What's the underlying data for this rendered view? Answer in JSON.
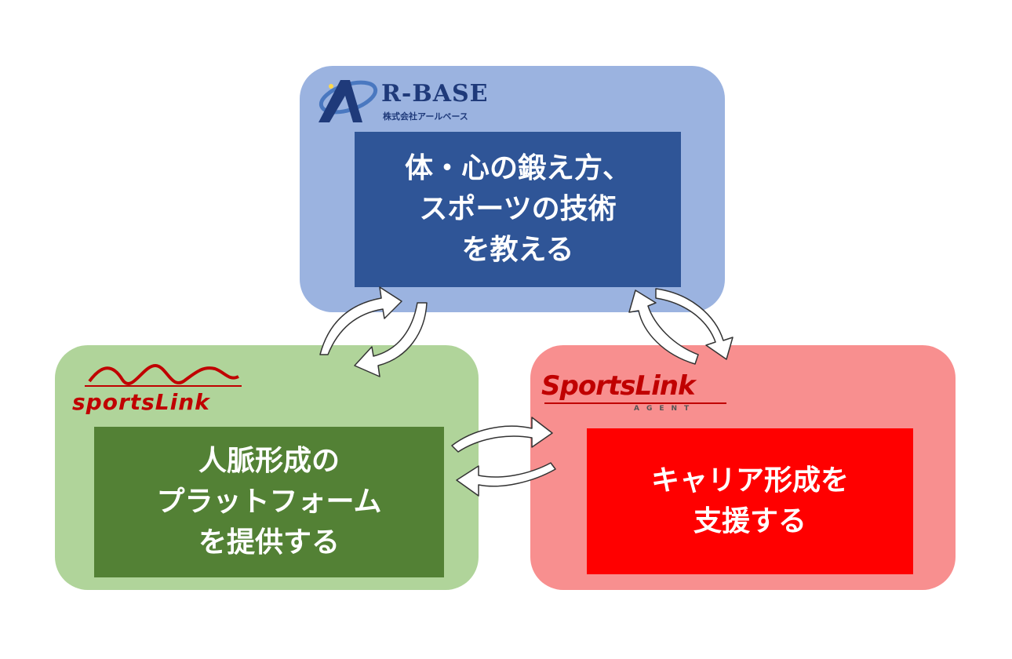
{
  "logos": {
    "rbase": {
      "name": "R-BASE",
      "sub": "株式会社アールベース"
    },
    "sportslink": {
      "name": "sportsLink"
    },
    "agent": {
      "name": "SportsLink",
      "sub": "AGENT"
    }
  },
  "boxes": {
    "top": {
      "lines": [
        "体・心の鍛え方、",
        "スポーツの技術",
        "を教える"
      ]
    },
    "left": {
      "lines": [
        "人脈形成の",
        "プラットフォーム",
        "を提供する"
      ]
    },
    "right": {
      "lines": [
        "キャリア形成を",
        "支援する"
      ]
    }
  },
  "colors": {
    "top_panel": "#9bb3e0",
    "top_box": "#2f5597",
    "left_panel": "#b0d49a",
    "left_box": "#538135",
    "right_panel": "#f88f8f",
    "right_box": "#ff0000",
    "logo_red": "#c00000",
    "logo_navy": "#1f3a7a"
  }
}
